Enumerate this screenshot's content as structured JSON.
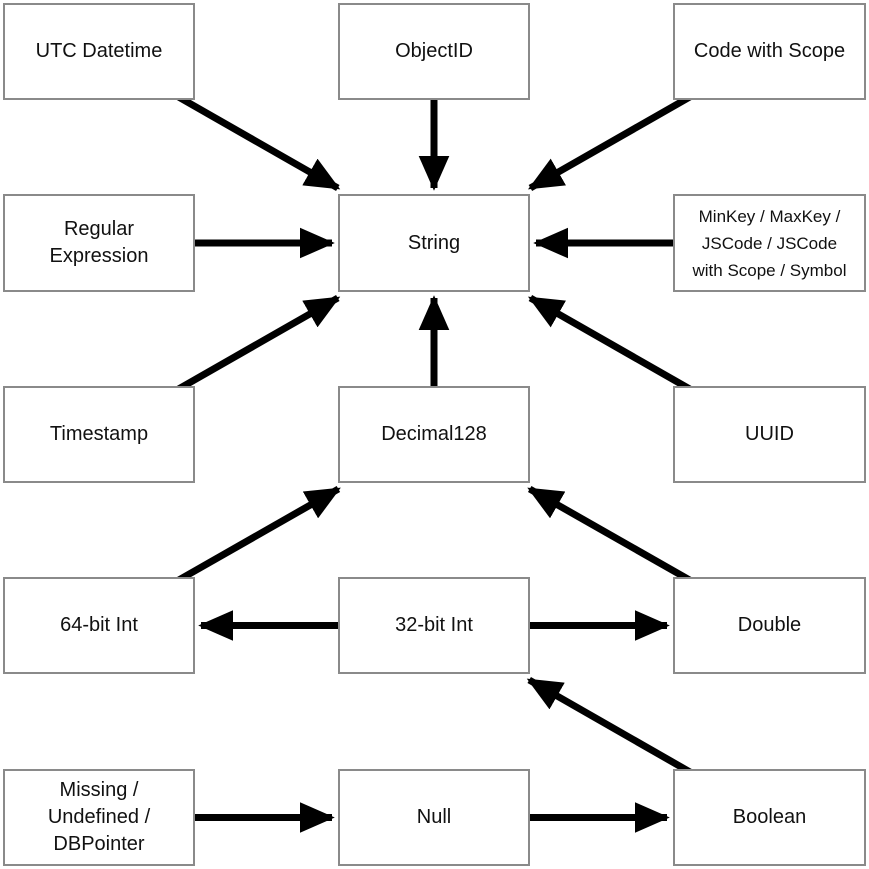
{
  "nodes": {
    "utc_datetime": "UTC Datetime",
    "objectid": "ObjectID",
    "code_with_scope": "Code with Scope",
    "regular_expression": "Regular\nExpression",
    "string": "String",
    "minkey_group": "MinKey / MaxKey /\nJSCode / JSCode\nwith Scope / Symbol",
    "timestamp": "Timestamp",
    "decimal128": "Decimal128",
    "uuid": "UUID",
    "int64": "64-bit Int",
    "int32": "32-bit Int",
    "double": "Double",
    "missing_group": "Missing /\nUndefined /\nDBPointer",
    "null": "Null",
    "boolean": "Boolean"
  },
  "edges": [
    {
      "from": "utc_datetime",
      "to": "string"
    },
    {
      "from": "objectid",
      "to": "string"
    },
    {
      "from": "code_with_scope",
      "to": "string"
    },
    {
      "from": "regular_expression",
      "to": "string"
    },
    {
      "from": "minkey_group",
      "to": "string"
    },
    {
      "from": "timestamp",
      "to": "string"
    },
    {
      "from": "decimal128",
      "to": "string"
    },
    {
      "from": "uuid",
      "to": "string"
    },
    {
      "from": "int64",
      "to": "decimal128"
    },
    {
      "from": "double",
      "to": "decimal128"
    },
    {
      "from": "int32",
      "to": "int64"
    },
    {
      "from": "int32",
      "to": "double"
    },
    {
      "from": "boolean",
      "to": "int32"
    },
    {
      "from": "missing_group",
      "to": "null"
    },
    {
      "from": "null",
      "to": "boolean"
    }
  ],
  "colors": {
    "border": "#8a8a8a",
    "arrow": "#000000",
    "background": "#ffffff"
  }
}
